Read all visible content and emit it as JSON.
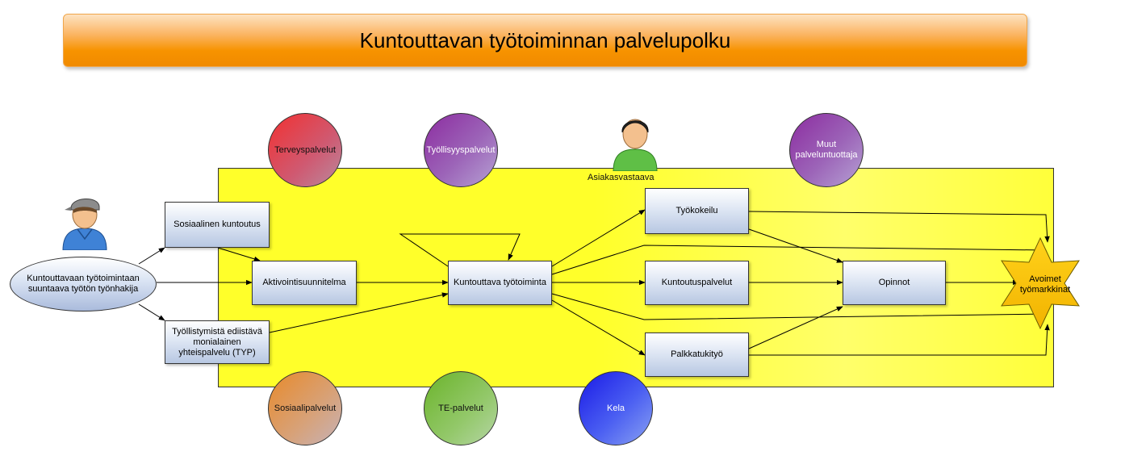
{
  "title": "Kuntouttavan työtoiminnan palvelupolku",
  "zone_label": "Asiakasvastaava",
  "client": "Kuntouttavaan työtoimintaan suuntaava työtön työnhakija",
  "boxes": {
    "sosiaalinen_kuntoutus": "Sosiaalinen kuntoutus",
    "aktivointisuunnitelma": "Aktivointisuunnitelma",
    "typ": "Työllistymistä ediistävä monialainen yhteispalvelu (TYP)",
    "kuntouttava_tyotoiminta": "Kuntouttava työtoiminta",
    "tyokokeilu": "Työkokeilu",
    "kuntoutuspalvelut": "Kuntoutuspalvelut",
    "palkkatukityo": "Palkkatukityö",
    "opinnot": "Opinnot"
  },
  "goal": "Avoimet työmarkkinat",
  "services": {
    "terveyspalvelut": "Terveyspalvelut",
    "tyollisyyspalvelut": "Työllisyyspalvelut",
    "muut": "Muut palveluntuottaja",
    "sosiaalipalvelut": "Sosiaalipalvelut",
    "te_palvelut": "TE-palvelut",
    "kela": "Kela"
  }
}
